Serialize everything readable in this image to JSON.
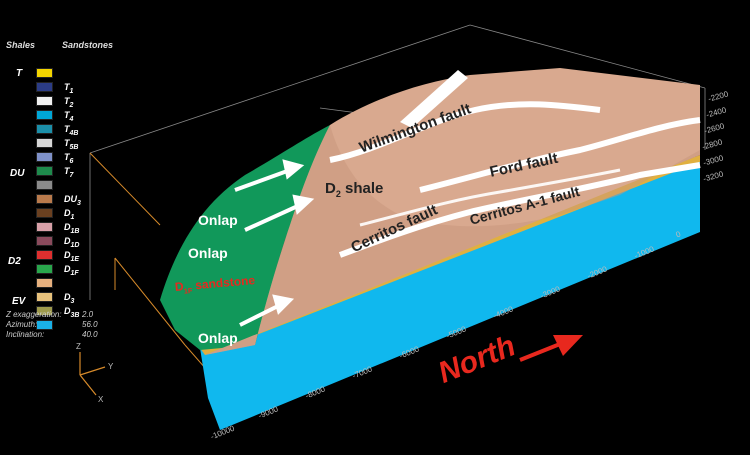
{
  "legend": {
    "shales_header": "Shales",
    "sandstones_header": "Sandstones",
    "units": [
      {
        "label": "T",
        "color": "#f3d400",
        "main": true
      },
      {
        "label": "T1",
        "color": "#2b3c86"
      },
      {
        "label": "T2",
        "color": "#f0f0f0"
      },
      {
        "label": "T4",
        "color": "#00a6d6"
      },
      {
        "label": "T4B",
        "color": "#1b8fa9"
      },
      {
        "label": "T5B",
        "color": "#d6d6d6"
      },
      {
        "label": "T6",
        "color": "#7f91c9"
      },
      {
        "label": "T7",
        "color": "#1e8a4c"
      },
      {
        "label": "DU",
        "color": "#8b8b8b",
        "main": true
      },
      {
        "label": "DU3",
        "color": "#b97a4c"
      },
      {
        "label": "D1",
        "color": "#6a4020"
      },
      {
        "label": "D1B",
        "color": "#d8a0a8"
      },
      {
        "label": "D1D",
        "color": "#8a4a5c"
      },
      {
        "label": "D1E",
        "color": "#de2f2f"
      },
      {
        "label": "D1F",
        "color": "#29a64c"
      },
      {
        "label": "D2",
        "color": "#e6b07e",
        "main": true
      },
      {
        "label": "D3",
        "color": "#e8c27c"
      },
      {
        "label": "D3B",
        "color": "#9e9a4c"
      },
      {
        "label": "EV",
        "color": "#1ab0e6",
        "main": true
      }
    ],
    "main_units": [
      "T",
      "DU",
      "D2",
      "EV"
    ]
  },
  "params": [
    {
      "name": "Z exaggeration:",
      "value": "2.0"
    },
    {
      "name": "Azimuth:",
      "value": "56.0"
    },
    {
      "name": "Inclination:",
      "value": "40.0"
    }
  ],
  "axes_triad": {
    "z": "Z",
    "y": "Y",
    "x": "X"
  },
  "annotations": {
    "wilmington": "Wilmington fault",
    "d2_shale": "D2 shale",
    "ford": "Ford fault",
    "cerritos": "Cerritos fault",
    "cerritos_a1": "Cerritos A-1 fault",
    "onlap": "Onlap",
    "d1f_sandstone": "D1F sandstone",
    "north": "North"
  },
  "x_axis_ticks": [
    "-10000",
    "-9000",
    "-8000",
    "-7000",
    "-6000",
    "-5000",
    "-4000",
    "-3000",
    "-2000",
    "-1000",
    "0"
  ],
  "depth_ticks": [
    "-2200",
    "-2400",
    "-2600",
    "-2800",
    "-3000",
    "-3200"
  ],
  "colors": {
    "background": "#000000",
    "shale_surface": "#dba890",
    "sandstone_green": "#119a55",
    "ev_blue": "#10b8ee",
    "fault_white": "#ffffff",
    "north_red": "#e8281e",
    "sandstone_label": "#e8281e"
  }
}
